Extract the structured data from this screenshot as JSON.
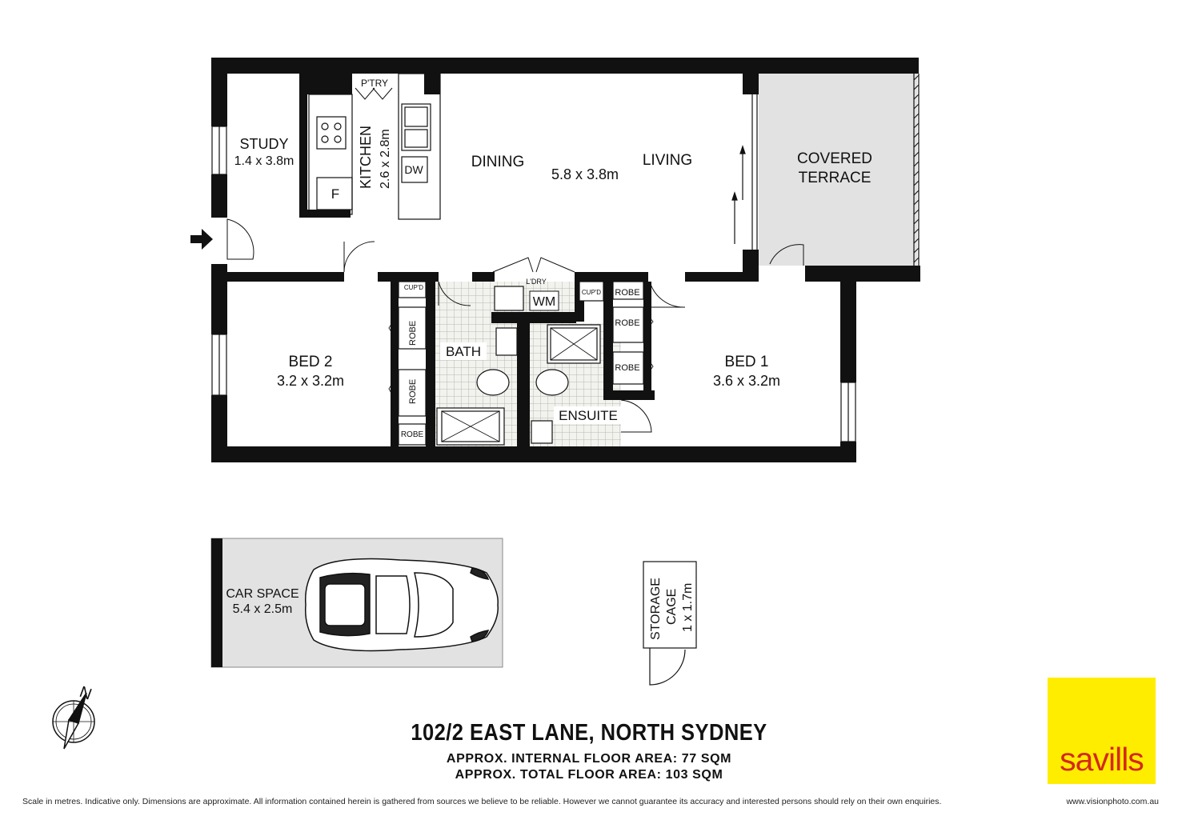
{
  "rooms": {
    "study": {
      "name": "STUDY",
      "dims": "1.4 x 3.8m"
    },
    "kitchen": {
      "name": "KITCHEN",
      "dims": "2.6 x 2.8m"
    },
    "pantry": {
      "name": "P'TRY"
    },
    "dining": {
      "name": "DINING"
    },
    "living": {
      "name": "LIVING",
      "dims": "5.8 x 3.8m"
    },
    "terrace": {
      "line1": "COVERED",
      "line2": "TERRACE"
    },
    "bed2": {
      "name": "BED 2",
      "dims": "3.2 x 3.2m"
    },
    "bed1": {
      "name": "BED 1",
      "dims": "3.6 x 3.2m"
    },
    "bath": {
      "name": "BATH"
    },
    "ensuite": {
      "name": "ENSUITE"
    },
    "laundry": {
      "name": "L'DRY",
      "wm": "WM"
    },
    "car_space": {
      "name": "CAR SPACE",
      "dims": "5.4 x 2.5m"
    },
    "storage": {
      "line1": "STORAGE",
      "line2": "CAGE",
      "dims": "1 x 1.7m"
    }
  },
  "fixtures": {
    "fridge": "F",
    "dishwasher": "DW",
    "cupboard": "CUP'D",
    "robe": "ROBE"
  },
  "compass": {
    "letter": "N"
  },
  "title": {
    "address": "102/2 EAST LANE, NORTH SYDNEY",
    "internal_area": "APPROX. INTERNAL FLOOR AREA: 77 SQM",
    "total_area": "APPROX. TOTAL FLOOR AREA: 103 SQM"
  },
  "footer": {
    "disclaimer": "Scale in metres. Indicative only. Dimensions are approximate. All information contained herein is gathered from sources we believe to be reliable. However we cannot guarantee its accuracy and interested persons should rely on their own enquiries.",
    "website": "www.visionphoto.com.au"
  },
  "brand": {
    "logo_text": "savills",
    "logo_bg": "#ffed00",
    "logo_fg": "#d4291b"
  },
  "colors": {
    "wall": "#111111",
    "terrace_fill": "#e2e2e2",
    "car_fill": "#e2e2e2",
    "tile": "#cfcfc9"
  }
}
